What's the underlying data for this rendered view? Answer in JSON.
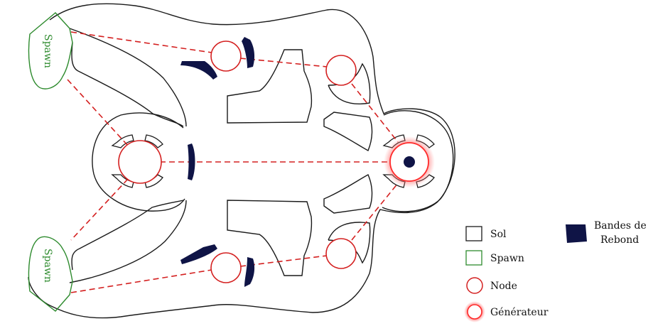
{
  "map": {
    "spawn_label": "Spawn",
    "colors": {
      "wall": "#1a1a1a",
      "spawn": "#2e8b2e",
      "node": "#d42020",
      "link": "#d42020",
      "bounce_band": "#0f1446",
      "generator_glow": "#ff6a6a"
    }
  },
  "legend": {
    "sol": "Sol",
    "spawn": "Spawn",
    "node": "Node",
    "generateur": "Générateur",
    "bandes_line1": "Bandes de",
    "bandes_line2": "Rebond"
  }
}
